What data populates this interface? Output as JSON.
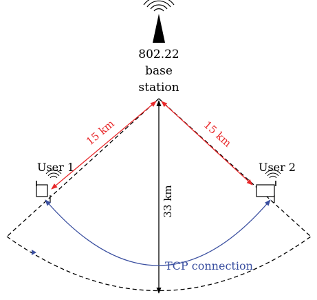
{
  "base_station": {
    "label_line1": "802.22",
    "label_line2": "base",
    "label_line3": "station"
  },
  "users": {
    "user1_label": "User 1",
    "user2_label": "User 2"
  },
  "distances": {
    "left_link": "15 km",
    "right_link": "15 km",
    "vertical": "33 km"
  },
  "connection": {
    "label": "TCP connection"
  },
  "colors": {
    "link": "#e8282a",
    "tcp": "#3a4fa0",
    "ink": "#000000"
  }
}
